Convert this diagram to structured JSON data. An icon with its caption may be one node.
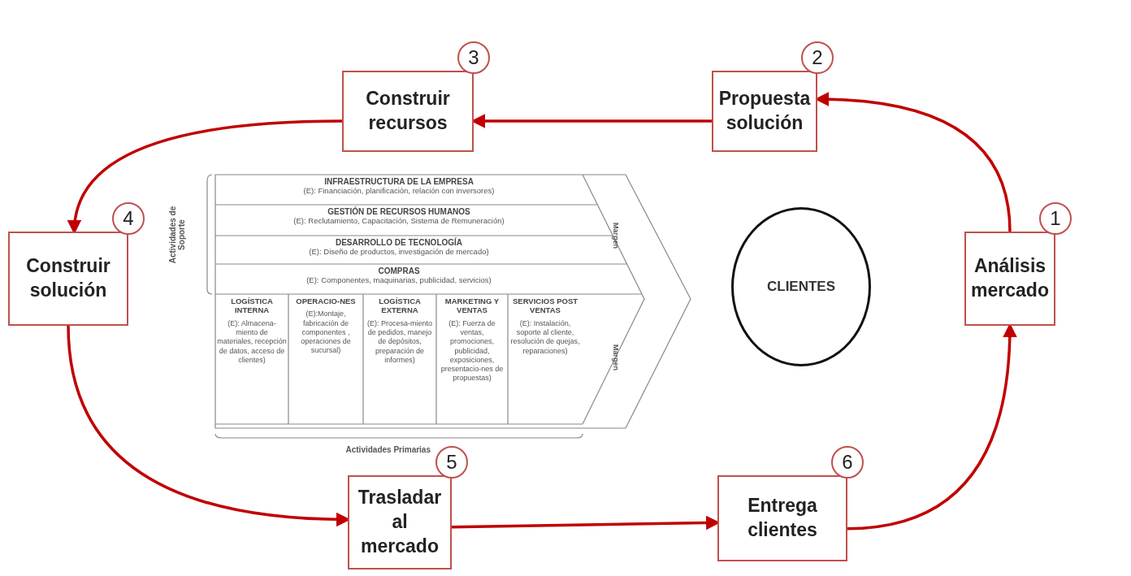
{
  "diagram": {
    "nodes": [
      {
        "text": [
          "Análisis mercado"
        ],
        "beside": [
          "1"
        ]
      },
      {
        "text": [
          "Propuesta solución"
        ],
        "beside": [
          "2"
        ]
      },
      {
        "text": [
          "Construir recursos"
        ],
        "beside": [
          "3"
        ]
      },
      {
        "text": [
          "Construir solución"
        ],
        "beside": [
          "4"
        ]
      },
      {
        "text": [
          "Trasladar al mercado"
        ],
        "beside": [
          "5"
        ]
      },
      {
        "text": [
          "Entrega clientes"
        ],
        "beside": [
          "6"
        ]
      },
      {
        "text": [],
        "shape": "chevron"
      },
      {
        "text": [
          "INFRAESTRUCTURA DE LA EMPRESA",
          "(E): Financiación, planificación, relación con inversores)"
        ],
        "in": 6
      },
      {
        "text": [
          "GESTIÓN DE RECURSOS HUMANOS",
          "(E): Reclutamiento, Capacitación, Sistema de Remuneración)"
        ],
        "in": 6
      },
      {
        "text": [
          "DESARROLLO DE TECNOLOGÍA",
          "(E): Diseño de productos, investigación de mercado)"
        ],
        "in": 6
      },
      {
        "text": [
          "COMPRAS",
          "(E): Componentes, maquinarias, publicidad, servicios)"
        ],
        "in": 6
      },
      {
        "text": [
          "LOGÍSTICA INTERNA",
          "(E): Almacena-miento de materiales, recepción de datos, acceso de clientes)"
        ],
        "in": 6
      },
      {
        "text": [
          "OPERACIO-NES",
          "(E):Montaje, fabricación de componentes , operaciones de sucursal)"
        ],
        "in": 6
      },
      {
        "text": [
          "LOGÍSTICA EXTERNA",
          "(E): Procesa-miento de pedidos, manejo de depósitos, preparación de informes)"
        ],
        "in": 6
      },
      {
        "text": [
          "MARKETING Y VENTAS",
          "(E): Fuerza de ventas, promociones, publicidad, exposiciones, presentacio-nes de propuestas)"
        ],
        "in": 6
      },
      {
        "text": [
          "SERVICIOS POST VENTAS",
          "(E): Instalación, soporte al cliente, resolución de quejas, reparaciones)"
        ],
        "in": 6
      },
      {
        "text": [
          "CLIENTES"
        ]
      }
    ],
    "edges": [
      {
        "from": 0,
        "to": 1,
        "arrow": "to"
      },
      {
        "from": 1,
        "to": 2,
        "arrow": "to"
      },
      {
        "from": 2,
        "to": 3,
        "arrow": "to"
      },
      {
        "from": 3,
        "to": 4,
        "arrow": "to"
      },
      {
        "from": 4,
        "to": 5,
        "arrow": "to"
      },
      {
        "from": 5,
        "to": 0,
        "arrow": "to"
      }
    ],
    "labels": [
      "Actividades de Soporte",
      "Margen",
      "Margen",
      "Actividades Primarias"
    ]
  }
}
